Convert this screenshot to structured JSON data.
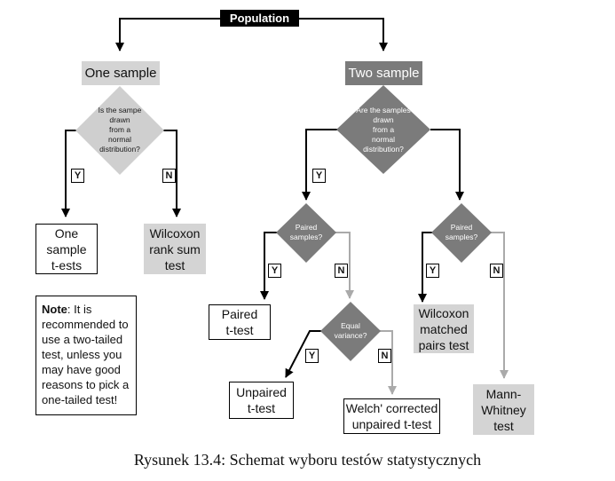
{
  "flowchart": {
    "root": "Population",
    "one_sample": {
      "label": "One sample",
      "question": "Is the sampe\ndrawn\nfrom a\nnormal\ndistribution?",
      "yes_result": "One\nsample\nt-ests",
      "no_result": "Wilcoxon\nrank sum\ntest"
    },
    "two_sample": {
      "label": "Two sample",
      "question": "Are the samples\ndrawn\nfrom a\nnormal\ndistribution?",
      "normal_branch": {
        "question": "Paired\nsamples?",
        "yes_result": "Paired\nt-test",
        "no_branch": {
          "question": "Equal\nvariance?",
          "yes_result": "Unpaired\nt-test",
          "no_result": "Welch' corrected\nunpaired t-test"
        }
      },
      "non_normal_branch": {
        "question": "Paired\nsamples?",
        "yes_result": "Wilcoxon\nmatched\npairs test",
        "no_result": "Mann-\nWhitney\ntest"
      }
    },
    "yes": "Y",
    "no": "N",
    "note": {
      "bold": "Note",
      "text": ": It is\nrecommended to\nuse a two-tailed\ntest, unless you\nmay have good\nreasons to pick a\none-tailed test!"
    }
  },
  "caption": "Rysunek 13.4: Schemat wyboru testów statystycznych",
  "colors": {
    "light_grey": "#d4d4d4",
    "dark_grey": "#7b7b7b",
    "arrow_black": "#000000",
    "arrow_grey": "#aaaaaa"
  }
}
